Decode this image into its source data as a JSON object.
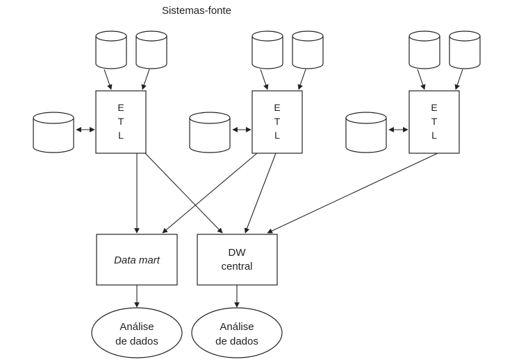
{
  "title": "Sistemas-fonte",
  "etl_letters": [
    "E",
    "T",
    "L"
  ],
  "data_mart_label": "Data mart",
  "dw_label_line1": "DW",
  "dw_label_line2": "central",
  "analysis_label_line1": "Análise",
  "analysis_label_line2": "de dados"
}
